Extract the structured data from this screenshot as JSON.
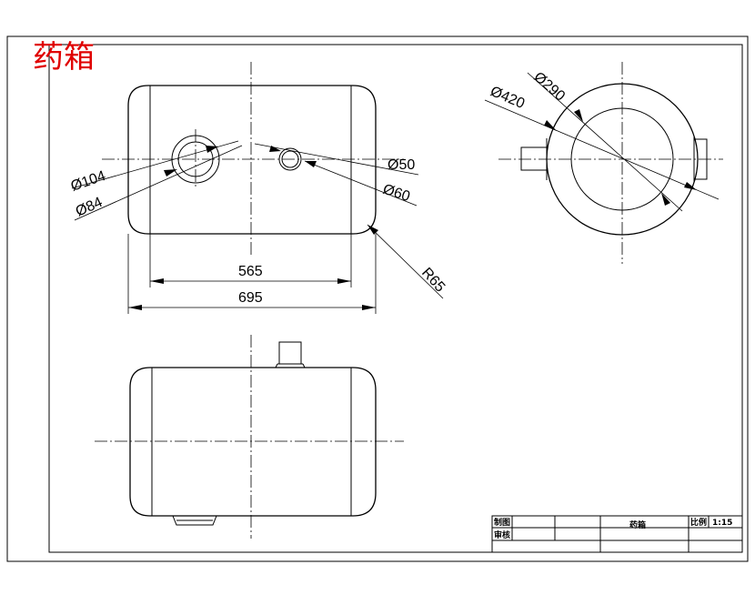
{
  "title": "药箱",
  "dimensions": {
    "d104": "Ø104",
    "d84": "Ø84",
    "d50": "Ø50",
    "d60": "Ø60",
    "len565": "565",
    "len695": "695",
    "r65": "R65",
    "d290": "Ø290",
    "d420": "Ø420"
  },
  "title_block": {
    "drawn_label": "制图",
    "checked_label": "审核",
    "part_name": "药箱",
    "scale_label": "比例",
    "scale_value": "1:15"
  }
}
